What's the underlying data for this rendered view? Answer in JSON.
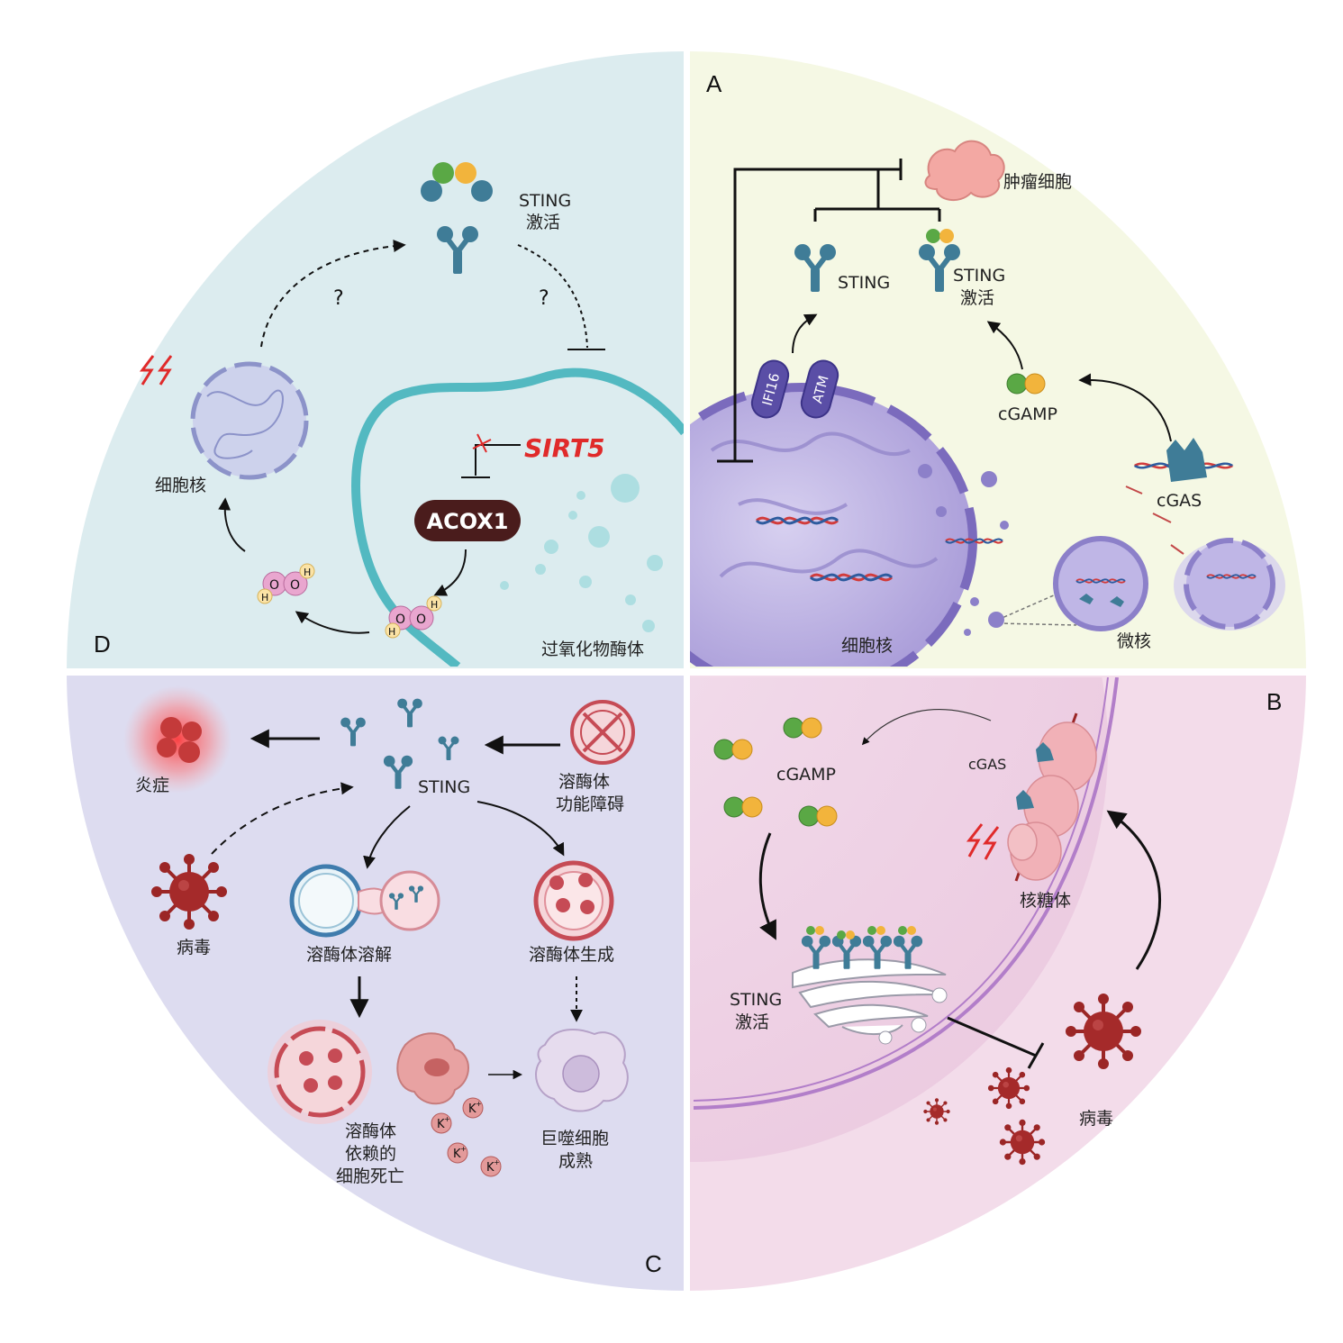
{
  "panels": {
    "A": {
      "letter": "A",
      "tumor_cell": "肿瘤细胞",
      "sting": "STING",
      "sting_active": "STING",
      "activation": "激活",
      "ifi16": "IFI16",
      "atm": "ATM",
      "cgamp": "cGAMP",
      "cgas": "cGAS",
      "nucleus": "细胞核",
      "micronucleus": "微核"
    },
    "B": {
      "letter": "B",
      "cgamp": "cGAMP",
      "cgas": "cGAS",
      "ribosome": "核糖体",
      "sting": "STING",
      "activation": "激活",
      "virus": "病毒"
    },
    "C": {
      "letter": "C",
      "inflammation": "炎症",
      "sting": "STING",
      "lysosome_dysfunction_1": "溶酶体",
      "lysosome_dysfunction_2": "功能障碍",
      "virus": "病毒",
      "lysosome_lysis": "溶酶体溶解",
      "lysosome_biogenesis": "溶酶体生成",
      "lcd_1": "溶酶体",
      "lcd_2": "依赖的",
      "lcd_3": "细胞死亡",
      "macro_1": "巨噬细胞",
      "macro_2": "成熟",
      "k_ion": "K",
      "k_sup": "+"
    },
    "D": {
      "letter": "D",
      "sting": "STING",
      "activation": "激活",
      "question": "?",
      "nucleus": "细胞核",
      "sirt5": "SIRT5",
      "acox1": "ACOX1",
      "peroxisome": "过氧化物酶体",
      "h": "H",
      "o": "O"
    }
  },
  "colors": {
    "panel_A_bg": "#f5f8e4",
    "panel_B_bg": "#f3dcea",
    "panel_C_bg": "#dddcf0",
    "panel_D_bg": "#dcecef",
    "sting_blue": "#3f7c97",
    "red_accent": "#e02a2a",
    "virus_red": "#9b2626",
    "acox1_fill": "#4a1c1c"
  }
}
